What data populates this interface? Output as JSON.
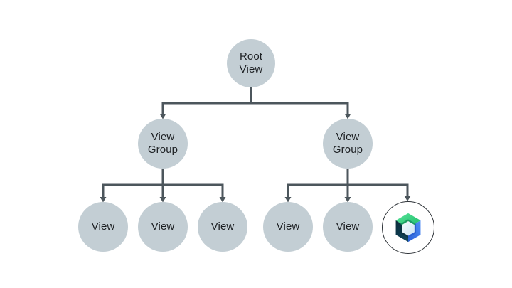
{
  "diagram": {
    "kind": "view-hierarchy-tree",
    "nodes": {
      "root": {
        "lines": [
          "Root",
          "View"
        ]
      },
      "group_left": {
        "lines": [
          "View",
          "Group"
        ]
      },
      "group_right": {
        "lines": [
          "View",
          "Group"
        ]
      },
      "view_1": {
        "label": "View"
      },
      "view_2": {
        "label": "View"
      },
      "view_3": {
        "label": "View"
      },
      "view_4": {
        "label": "View"
      },
      "view_5": {
        "label": "View"
      },
      "compose": {
        "icon": "jetpack-compose-logo"
      }
    },
    "edges": [
      [
        "root",
        "group_left"
      ],
      [
        "root",
        "group_right"
      ],
      [
        "group_left",
        "view_1"
      ],
      [
        "group_left",
        "view_2"
      ],
      [
        "group_left",
        "view_3"
      ],
      [
        "group_right",
        "view_4"
      ],
      [
        "group_right",
        "view_5"
      ],
      [
        "group_right",
        "compose"
      ]
    ],
    "colors": {
      "background": "#ffffff",
      "node_fill": "#c3ced4",
      "connector": "#4c565c",
      "label_text": "#1d2023",
      "compose_ring": "#2e3338",
      "compose_node_fill": "#ffffff",
      "compose_green": "#2fc877",
      "compose_blue": "#3b78ee",
      "compose_navy": "#0b3242",
      "compose_hex_center": "#e8f3fb"
    }
  }
}
